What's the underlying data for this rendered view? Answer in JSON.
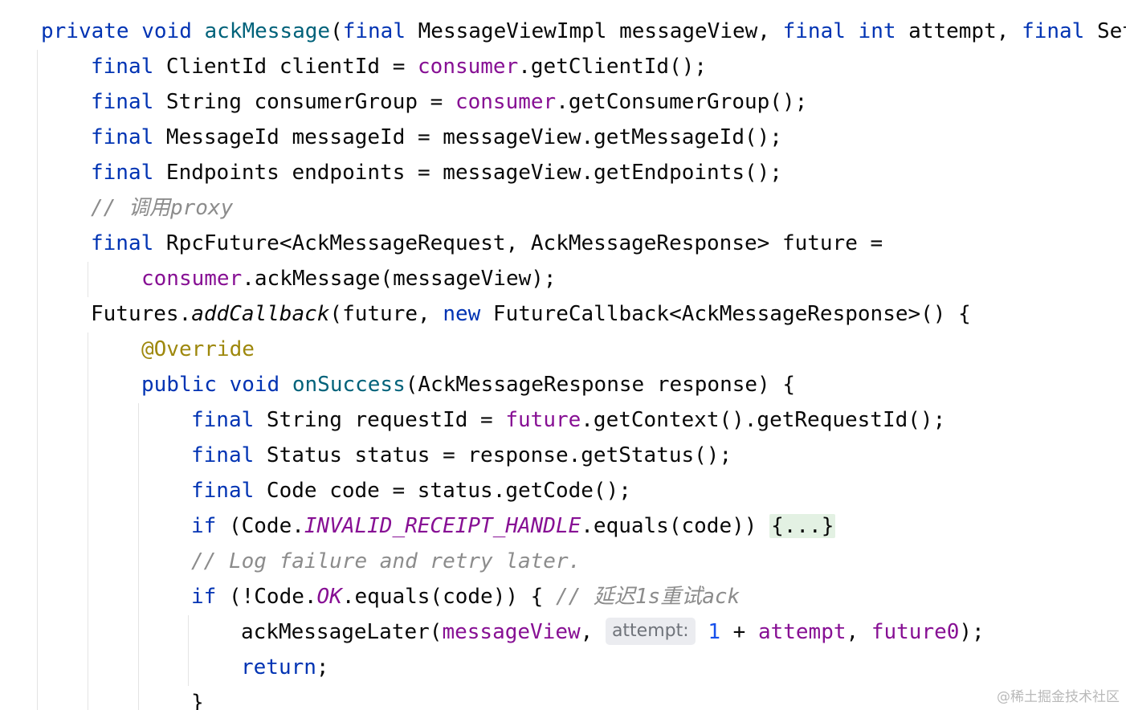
{
  "code": {
    "l1": {
      "kw1": "private",
      "kw2": "void",
      "fn": "ackMessage",
      "p1": "(",
      "kw3": "final",
      "t1": " MessageViewImpl messageView, ",
      "kw4": "final",
      "kw5": "int",
      "t2": " attempt, ",
      "kw6": "final",
      "t3": " Set"
    },
    "l2": {
      "kw": "final",
      "t1": " ClientId clientId = ",
      "fld": "consumer",
      "t2": ".getClientId();"
    },
    "l3": {
      "kw": "final",
      "t1": " String consumerGroup = ",
      "fld": "consumer",
      "t2": ".getConsumerGroup();"
    },
    "l4": {
      "kw": "final",
      "t1": " MessageId messageId = messageView.getMessageId();"
    },
    "l5": {
      "kw": "final",
      "t1": " Endpoints endpoints = messageView.getEndpoints();"
    },
    "l6": {
      "cmt": "// 调用proxy"
    },
    "l7": {
      "kw": "final",
      "t1": " RpcFuture<AckMessageRequest, AckMessageResponse> future ="
    },
    "l8": {
      "fld": "consumer",
      "t1": ".ackMessage(messageView);"
    },
    "l9": {
      "t1": "Futures.",
      "st": "addCallback",
      "t2": "(future, ",
      "kw": "new",
      "t3": " FutureCallback<AckMessageResponse>() {"
    },
    "l10": {
      "ann": "@Override"
    },
    "l11": {
      "kw1": "public",
      "kw2": "void",
      "fn": "onSuccess",
      "t1": "(AckMessageResponse response) {"
    },
    "l12": {
      "kw": "final",
      "t1": " String requestId = ",
      "fld": "future",
      "t2": ".getContext().getRequestId();"
    },
    "l13": {
      "kw": "final",
      "t1": " Status status = response.getStatus();"
    },
    "l14": {
      "kw": "final",
      "t1": " Code code = status.getCode();"
    },
    "l15": {
      "kw": "if",
      "t1": " (Code.",
      "cons": "INVALID_RECEIPT_HANDLE",
      "t2": ".equals(code)) ",
      "fold": "{...}"
    },
    "l16": {
      "cmt": "// Log failure and retry later."
    },
    "l17": {
      "kw": "if",
      "t1": " (!Code.",
      "cons": "OK",
      "t2": ".equals(code)) { ",
      "cmt": "// 延迟1s重试ack"
    },
    "l18": {
      "t1": "ackMessageLater(",
      "fld1": "messageView",
      "t2": ", ",
      "hint": "attempt:",
      "num": "1",
      "t3": " + ",
      "fld2": "attempt",
      "t4": ", ",
      "fld3": "future0",
      "t5": ");"
    },
    "l19": {
      "kw": "return",
      "t1": ";"
    },
    "l20": {
      "t1": "}"
    }
  },
  "watermark": "@稀土掘金技术社区"
}
